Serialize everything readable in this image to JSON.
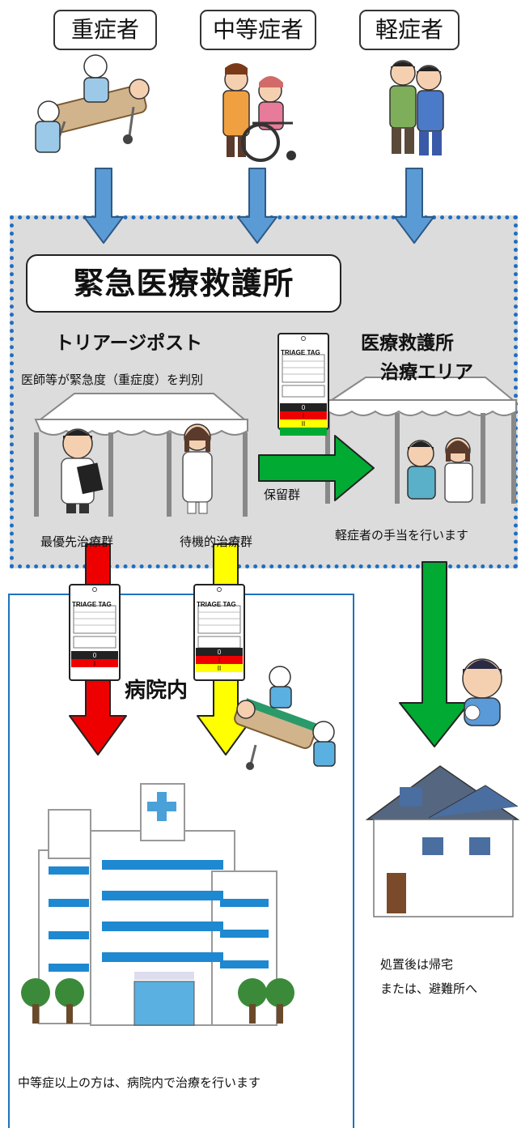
{
  "categories": {
    "severe": "重症者",
    "moderate": "中等症者",
    "mild": "軽症者"
  },
  "center_title": "緊急医療救護所",
  "triage_post": {
    "title": "トリアージポスト",
    "description": "医師等が緊急度（重症度）を判別"
  },
  "treatment_area": {
    "title_line1": "医療救護所",
    "title_line2": "治療エリア",
    "description": "軽症者の手当を行います"
  },
  "groups": {
    "hold": "保留群",
    "top_priority": "最優先治療群",
    "standby": "待機的治療群"
  },
  "triage_tag": {
    "label": "TRIAGE TAG",
    "levels": [
      "0",
      "I",
      "II"
    ]
  },
  "hospital": {
    "title": "病院内",
    "description": "中等症以上の方は、病院内で治療を行います"
  },
  "home": {
    "line1": "処置後は帰宅",
    "line2": "または、避難所へ"
  },
  "colors": {
    "down_arrow_blue": "#5b9bd5",
    "border_blue": "#1f6fc0",
    "red": "#ee0000",
    "yellow": "#ffff00",
    "green": "#00aa33",
    "area_gray": "#dcdcdc"
  }
}
